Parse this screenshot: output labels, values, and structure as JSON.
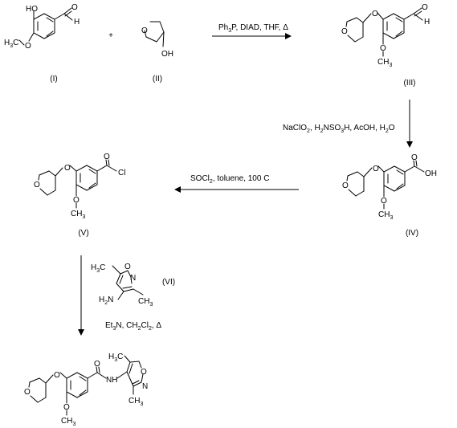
{
  "compounds": {
    "I": {
      "label": "(I)"
    },
    "II": {
      "label": "(II)"
    },
    "III": {
      "label": "(III)"
    },
    "IV": {
      "label": "(IV)"
    },
    "V": {
      "label": "(V)"
    },
    "VI": {
      "label": "(VI)"
    },
    "VII": {
      "label": ""
    }
  },
  "plus": "+",
  "atoms": {
    "HO": "HO",
    "H": "H",
    "O": "O",
    "OH": "OH",
    "Cl": "Cl",
    "N": "N",
    "NH": "NH",
    "H2N": "H",
    "H2N_sub": "2",
    "H2N_N": "N",
    "H3C_H": "H",
    "H3C_3": "3",
    "H3C_C": "C",
    "CH3_C": "CH",
    "CH3_3": "3"
  },
  "reagents": {
    "step1": "Ph3P, DIAD, THF, Δ",
    "step2": "NaClO2, H2NSO3H, AcOH, H2O",
    "step3": "SOCl2, toluene, 100 C",
    "step4": "Et3N, CH2Cl2, Δ"
  },
  "reagent_parts": {
    "s1_a": "Ph",
    "s1_b": "3",
    "s1_c": "P, DIAD, THF, Δ",
    "s2_a": "NaClO",
    "s2_b": "2",
    "s2_c": ", H",
    "s2_d": "2",
    "s2_e": "NSO",
    "s2_f": "3",
    "s2_g": "H, AcOH, H",
    "s2_h": "2",
    "s2_i": "O",
    "s3_a": "SOCl",
    "s3_b": "2",
    "s3_c": ", toluene, 100 C",
    "s4_a": "Et",
    "s4_b": "3",
    "s4_c": "N, CH",
    "s4_d": "2",
    "s4_e": "Cl",
    "s4_f": "2",
    "s4_g": ", Δ"
  }
}
